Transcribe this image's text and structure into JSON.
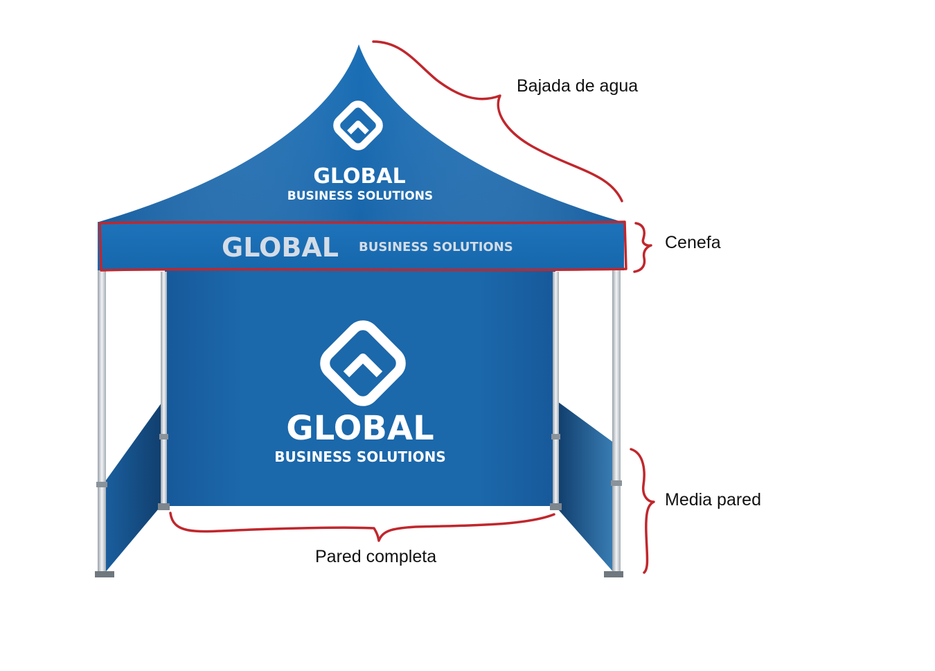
{
  "brand": {
    "name": "GLOBAL",
    "tagline": "BUSINESS SOLUTIONS"
  },
  "labels": {
    "roof": "Bajada de agua",
    "valance": "Cenefa",
    "half_wall": "Media pared",
    "full_wall": "Pared completa"
  },
  "colors": {
    "canopy_blue": "#1a6db3",
    "wall_blue": "#1b66a8",
    "annotation_red": "#c0272d",
    "frame_gray": "#d9dde1"
  },
  "icons": {
    "logo": "rounded-diamond-chevron-icon"
  }
}
